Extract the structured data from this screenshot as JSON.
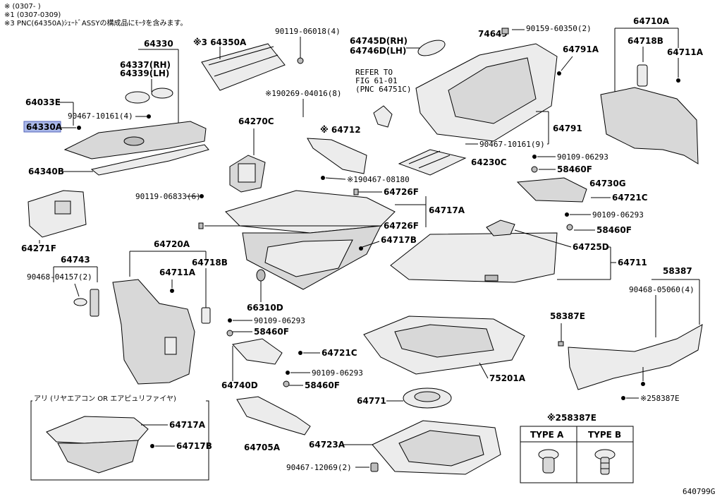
{
  "notes": {
    "line1": "※  (0307-   )",
    "line2": "※1 (0307-0309)",
    "line3": "※3 PNC(64350A)ｼｪｰﾄﾞASSYの構成品にﾓｰﾀを含みます。"
  },
  "labels": {
    "p64330": "64330",
    "p64337": "64337(RH)",
    "p64339": "64339(LH)",
    "p64033E": "64033E",
    "p90467_10161_4": "90467-10161(4)",
    "p64330A": "64330A",
    "p64340B": "64340B",
    "p64271F": "64271F",
    "p64350A": "※3 64350A",
    "p90119_06018": "90119-06018(4)",
    "p64745D": "64745D(RH)",
    "p64746D": "64746D(LH)",
    "p74649": "74649",
    "p90159_60350": "90159-60350(2)",
    "p64791A": "64791A",
    "p64710A": "64710A",
    "p64718B_top": "64718B",
    "p64711A_top": "64711A",
    "refer1": "REFER TO",
    "refer2": "FIG 61-01",
    "refer3": "(PNC 64751C)",
    "p190269": "※190269-04016(8)",
    "p64270C": "64270C",
    "p64712": "※ 64712",
    "p64791": "64791",
    "p90467_10161_9": "90467-10161(9)",
    "p90109_06293_a": "90109-06293",
    "p58460F_a": "58460F",
    "p64230C": "64230C",
    "p190467_08180": "※190467-08180",
    "p64730G": "64730G",
    "p64721C_a": "64721C",
    "p90109_06293_b": "90109-06293",
    "p58460F_b": "58460F",
    "p90119_06833": "90119-06833(6)",
    "p64726F_a": "64726F",
    "p64717A": "64717A",
    "p64726F_b": "64726F",
    "p64717B": "64717B",
    "p64725D": "64725D",
    "p64711": "64711",
    "p58387": "58387",
    "p90468_05060": "90468-05060(4)",
    "p64743": "64743",
    "p90468_04157": "90468-04157(2)",
    "p64720A": "64720A",
    "p64711A_mid": "64711A",
    "p64718B_mid": "64718B",
    "p66310D": "66310D",
    "p90109_06293_c": "90109-06293",
    "p58460F_c": "58460F",
    "p64721C_b": "64721C",
    "p90109_06293_d": "90109-06293",
    "p58460F_d": "58460F",
    "p64740D": "64740D",
    "p75201A": "75201A",
    "p58387E": "58387E",
    "p258387E": "※258387E",
    "p64771": "64771",
    "p64723A": "64723A",
    "p90467_12069": "90467-12069(2)",
    "p64705A": "64705A",
    "inset_title": "アリ (リヤエアコン OR エアピュリファイヤ)",
    "inset_64717A": "64717A",
    "inset_64717B": "64717B",
    "clip_title": "※258387E",
    "type_a": "TYPE A",
    "type_b": "TYPE B",
    "fig_code": "640799G"
  }
}
